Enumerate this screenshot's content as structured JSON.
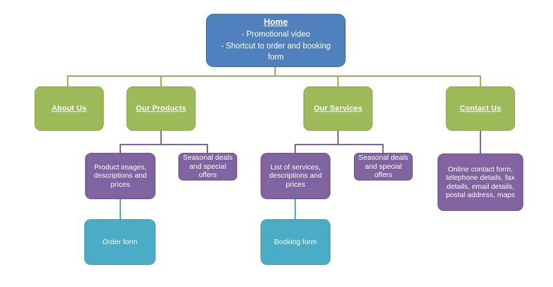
{
  "nodes": {
    "home": {
      "label": "Home",
      "bullets": [
        "- Promotional video",
        "- Shortcut to order and booking form"
      ]
    },
    "about_us": {
      "label": "About Us"
    },
    "our_products": {
      "label": "Our Products"
    },
    "our_services": {
      "label": "Our Services"
    },
    "contact_us": {
      "label": "Contact Us"
    },
    "product_info": {
      "label": "Product images, descriptions and prices"
    },
    "seasonal_deals_products": {
      "label": "Seasonal deals and special offers"
    },
    "list_of_services": {
      "label": "List of services, descriptions and prices"
    },
    "seasonal_deals_services": {
      "label": "Seasonal deals and special offers"
    },
    "contact_details": {
      "label": "Online contact form, telephone details, fax details, email details, postal address, maps"
    },
    "order_form": {
      "label": "Order form"
    },
    "booking_form": {
      "label": "Booking form"
    }
  },
  "colors": {
    "level1_fill": "#4f81bd",
    "level1_border": "#3d6da3",
    "level2_fill": "#9bbb59",
    "level2_border": "#89a84c",
    "level3_fill": "#8064a2",
    "level3_border": "#705590",
    "level4_fill": "#4bacc6",
    "level4_border": "#3b9ab3",
    "connector_level1": "#94b152",
    "connector_level2": "#8064a2",
    "connector_level3": "#4bacc6"
  }
}
